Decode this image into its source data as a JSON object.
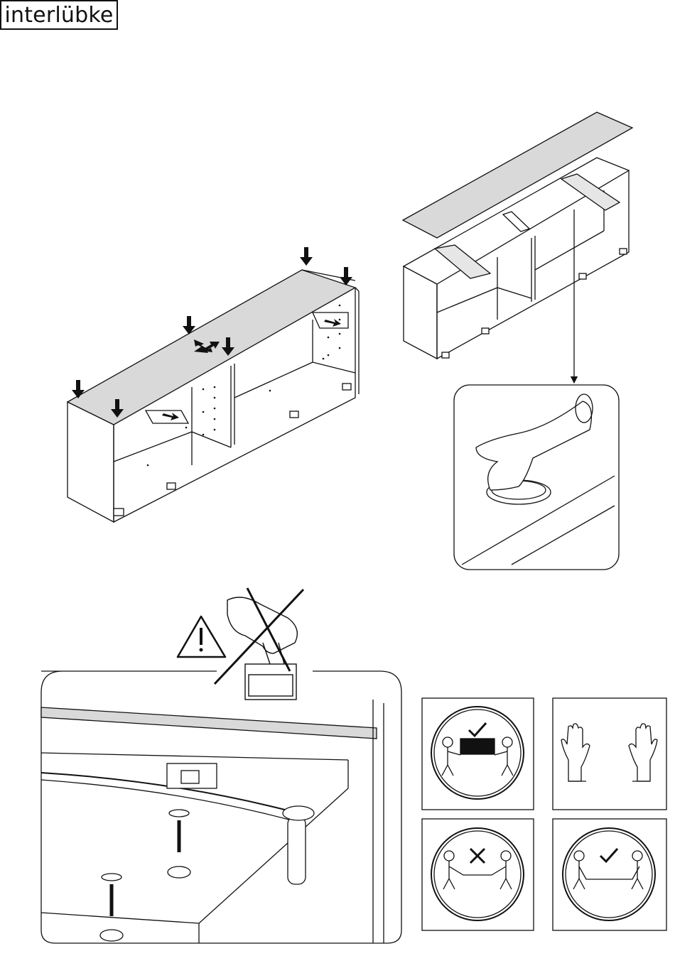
{
  "brand": {
    "logo_text": "interlübke"
  },
  "icons": [
    "cabinet-top-assembly-illustration",
    "cabinet-top-placement-illustration",
    "hand-pressing-disc-detail-icon",
    "warning-triangle-icon",
    "crossed-out-drill-icon",
    "leveling-foot-detail-illustration",
    "two-person-lift-box-ok-icon",
    "gloves-icon",
    "two-person-carry-wrong-icon",
    "two-person-carry-ok-icon"
  ],
  "colors": {
    "line": "#111111",
    "panel_fill": "#d9d9d9",
    "background": "#ffffff"
  }
}
